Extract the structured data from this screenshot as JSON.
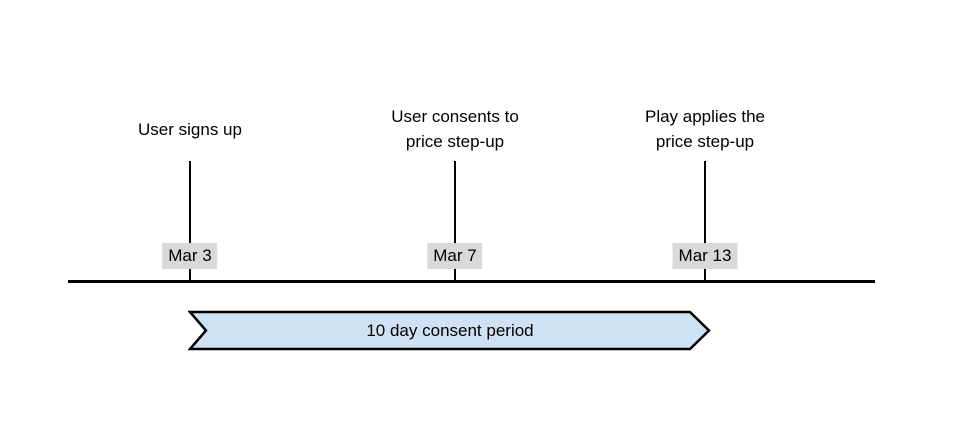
{
  "diagram": {
    "type": "timeline",
    "events": [
      {
        "label": "User signs up",
        "date": "Mar 3"
      },
      {
        "label": "User consents to\nprice step-up",
        "date": "Mar 7"
      },
      {
        "label": "Play applies the\nprice step-up",
        "date": "Mar 13"
      }
    ],
    "period": {
      "label": "10 day consent period",
      "start_date": "Mar 3",
      "end_date": "Mar 13"
    },
    "colors": {
      "banner_fill": "#cfe2f3",
      "banner_border": "#000000",
      "date_label_background": "#d9d9d9",
      "line": "#000000",
      "text": "#000000",
      "background": "#ffffff"
    }
  }
}
